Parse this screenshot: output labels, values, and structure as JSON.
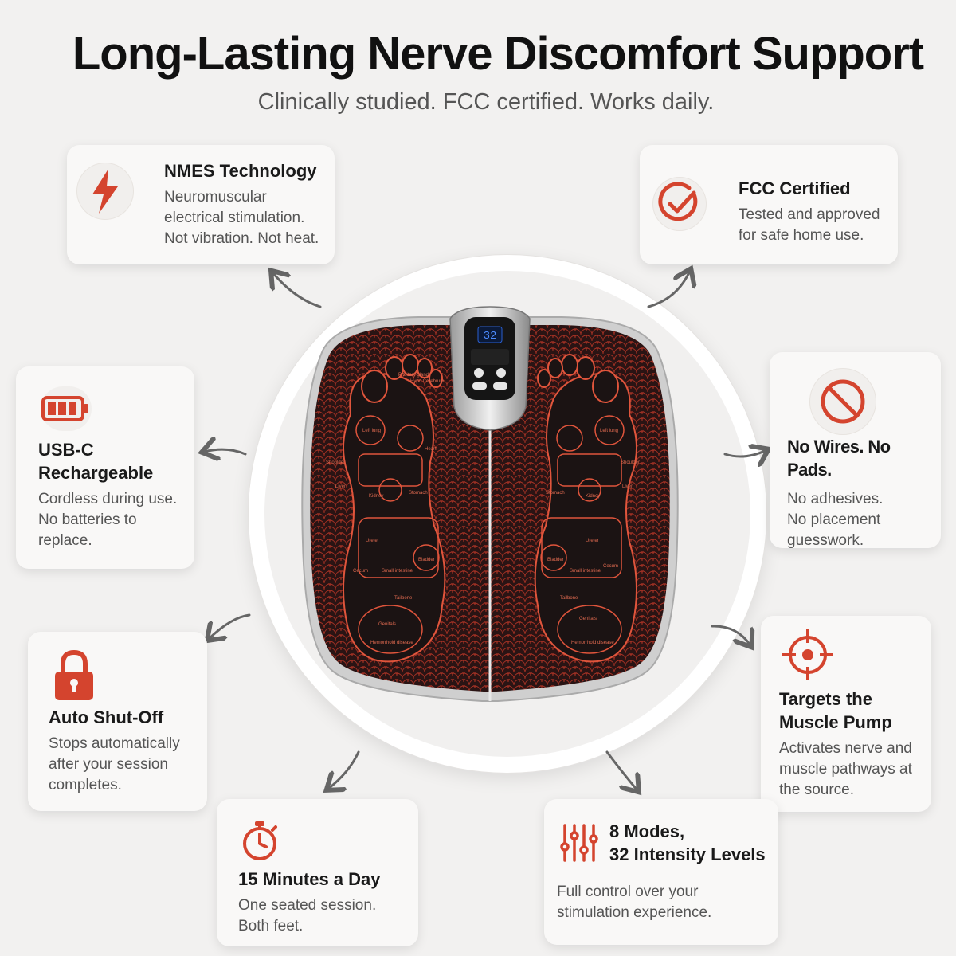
{
  "header": {
    "title": "Long-Lasting Nerve Discomfort Support",
    "subtitle": "Clinically studied. FCC certified. Works daily."
  },
  "colors": {
    "accent": "#d4442e",
    "background": "#f2f1f0",
    "card": "#f9f8f7",
    "heading": "#1a1a1a",
    "body_text": "#555555"
  },
  "product": {
    "display_value": "32",
    "reflexology_labels": {
      "pituitary": "Pituitary gland",
      "hypo_cerebrum": "Hypo Cerebrum",
      "left_lung": "Left lung",
      "right_lung": "Left lung",
      "heart": "Heart",
      "shoulder_l": "Shoulder",
      "shoulder_r": "Shoulder",
      "liver_l": "Liver",
      "liver_r": "Liver",
      "kidney_l": "Kidney",
      "kidney_r": "Kidney",
      "stomach_l": "Stomach",
      "stomach_r": "Stomach",
      "ureter_l": "Ureter",
      "ureter_r": "Ureter",
      "bladder_l": "Bladder",
      "bladder_r": "Bladder",
      "cecum_l": "Cecum",
      "cecum_r": "Cecum",
      "small_intestine_l": "Small intestine",
      "small_intestine_r": "Small intestine",
      "tailbone_l": "Tailbone",
      "tailbone_r": "Tailbone",
      "genitals_l": "Genitals",
      "genitals_r": "Genitals",
      "hemorrhoid_l": "Hemorrhoid disease",
      "hemorrhoid_r": "Hemorrhoid disease"
    }
  },
  "features": {
    "nmes": {
      "icon": "lightning-bolt-icon",
      "title": "NMES Technology",
      "lines": [
        "Neuromuscular",
        "electrical stimulation.",
        "Not vibration. Not heat."
      ]
    },
    "fcc": {
      "icon": "check-circle-icon",
      "title": "FCC Certified",
      "lines": [
        "Tested and approved",
        "for safe home use."
      ]
    },
    "usbc": {
      "icon": "battery-icon",
      "title_lines": [
        "USB-C",
        "Rechargeable"
      ],
      "lines": [
        "Cordless during use.",
        "No batteries to",
        "replace."
      ]
    },
    "nowires": {
      "icon": "prohibited-icon",
      "title": "No Wires. No Pads.",
      "lines": [
        "No adhesives.",
        "No placement",
        "guesswork."
      ]
    },
    "autoshut": {
      "icon": "padlock-icon",
      "title": "Auto Shut-Off",
      "lines": [
        "Stops automatically",
        "after your session",
        "completes."
      ]
    },
    "targets": {
      "icon": "crosshair-target-icon",
      "title_lines": [
        "Targets the",
        "Muscle Pump"
      ],
      "lines": [
        "Activates nerve and",
        "muscle pathways at",
        "the source."
      ]
    },
    "fifteen": {
      "icon": "stopwatch-icon",
      "title": "15 Minutes a Day",
      "lines": [
        "One seated session.",
        "Both feet."
      ]
    },
    "modes": {
      "icon": "sliders-icon",
      "title_lines": [
        "8 Modes,",
        "32 Intensity Levels"
      ],
      "lines": [
        "Full control over your",
        "stimulation experience."
      ]
    }
  }
}
